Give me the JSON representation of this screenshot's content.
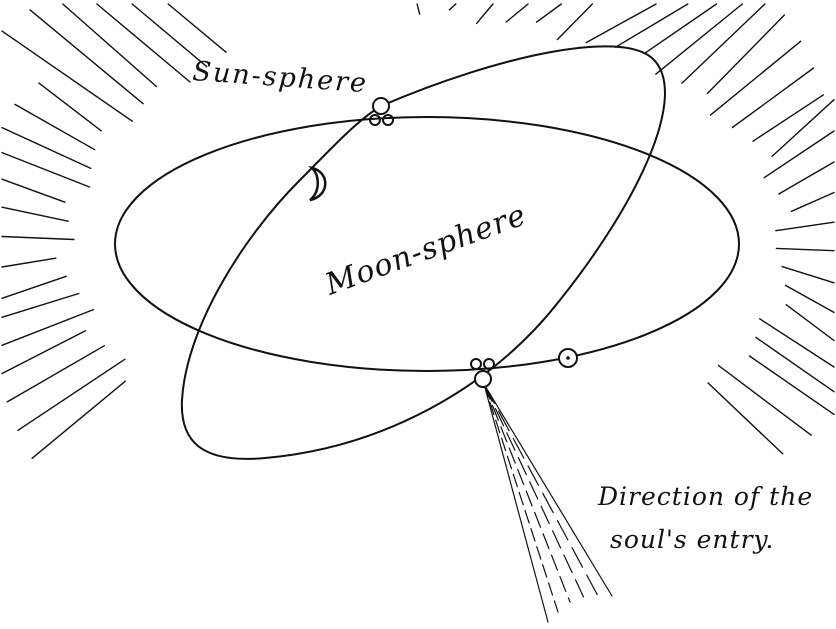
{
  "labels": {
    "sun_sphere": "Sun-sphere",
    "moon_sphere": "Moon-sphere",
    "direction_line1": "Direction of the",
    "direction_line2": "soul's entry."
  },
  "colors": {
    "ink": "#111111",
    "paper": "#ffffff"
  },
  "symbols": {
    "crescent": "crescent-moon-icon",
    "sun": "sun-symbol-icon",
    "node_top": "ascending-node-icon",
    "node_bottom": "descending-node-icon"
  }
}
